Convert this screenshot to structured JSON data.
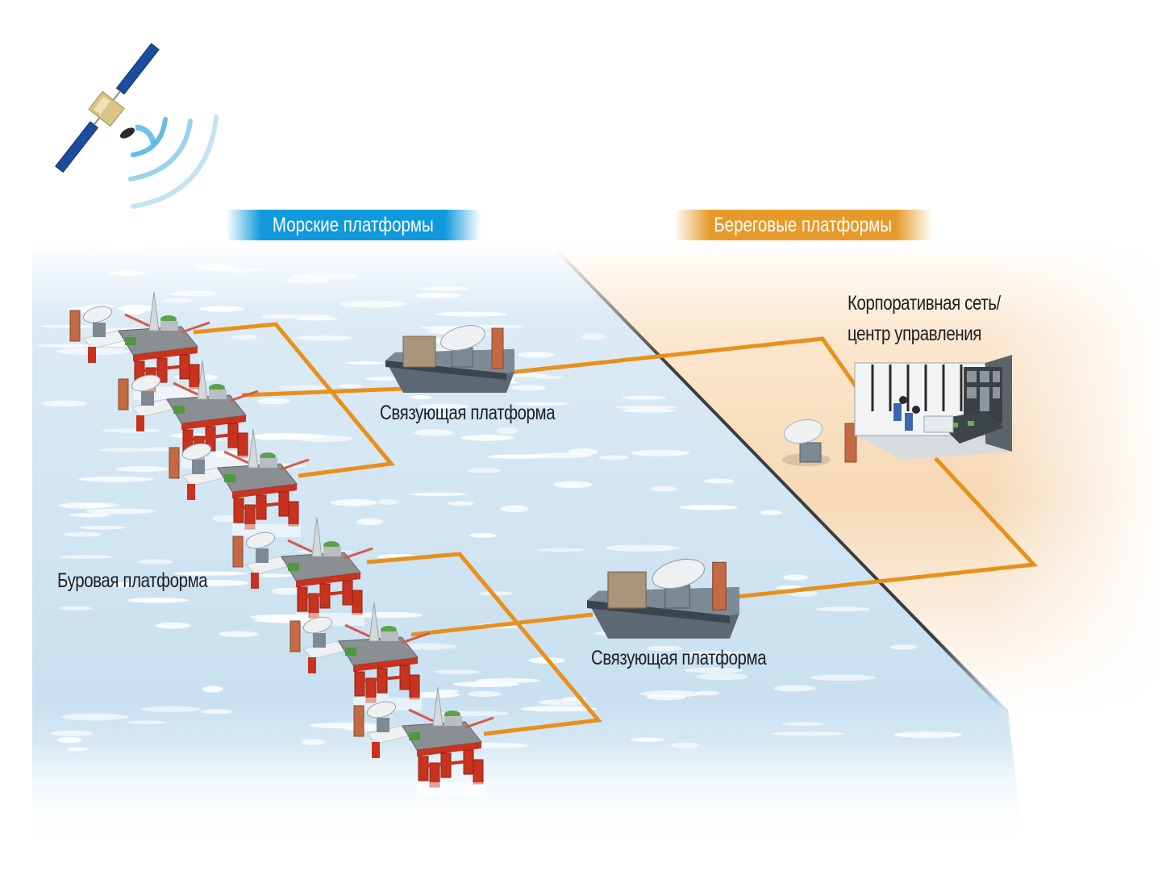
{
  "diagram": {
    "type": "network-topology",
    "zones": {
      "sea": {
        "label": "Морские платформы",
        "color": "#1099dc"
      },
      "shore": {
        "label": "Береговые платформы",
        "color": "#e79a2a"
      }
    },
    "nodes": {
      "satellite": {
        "name": "satellite",
        "icon": "satellite-icon"
      },
      "drilling_platform": {
        "label": "Буровая платформа",
        "count": 6,
        "icon": "oil-rig-icon"
      },
      "relay_platform_1": {
        "label": "Связующая платформа",
        "icon": "relay-platform-icon"
      },
      "relay_platform_2": {
        "label": "Связующая платформа",
        "icon": "relay-platform-icon"
      },
      "control_center": {
        "label_line1": "Корпоративная сеть/",
        "label_line2": "центр управления",
        "icon": "control-room-icon"
      },
      "shore_antenna": {
        "icon": "satellite-dish-icon"
      }
    },
    "edges": [
      {
        "from": "drilling_platform_1",
        "to": "relay_platform_1"
      },
      {
        "from": "drilling_platform_2",
        "to": "relay_platform_1"
      },
      {
        "from": "drilling_platform_3",
        "to": "relay_platform_1"
      },
      {
        "from": "drilling_platform_4",
        "to": "relay_platform_2"
      },
      {
        "from": "drilling_platform_5",
        "to": "relay_platform_2"
      },
      {
        "from": "drilling_platform_6",
        "to": "relay_platform_2"
      },
      {
        "from": "relay_platform_1",
        "to": "control_center"
      },
      {
        "from": "relay_platform_2",
        "to": "control_center"
      }
    ],
    "colors": {
      "link": "#e8901a",
      "water": "#cfe4f1",
      "sand": "#f7dcbc",
      "rig": "#c8321e",
      "shoreline": "#2a2a2a"
    }
  }
}
